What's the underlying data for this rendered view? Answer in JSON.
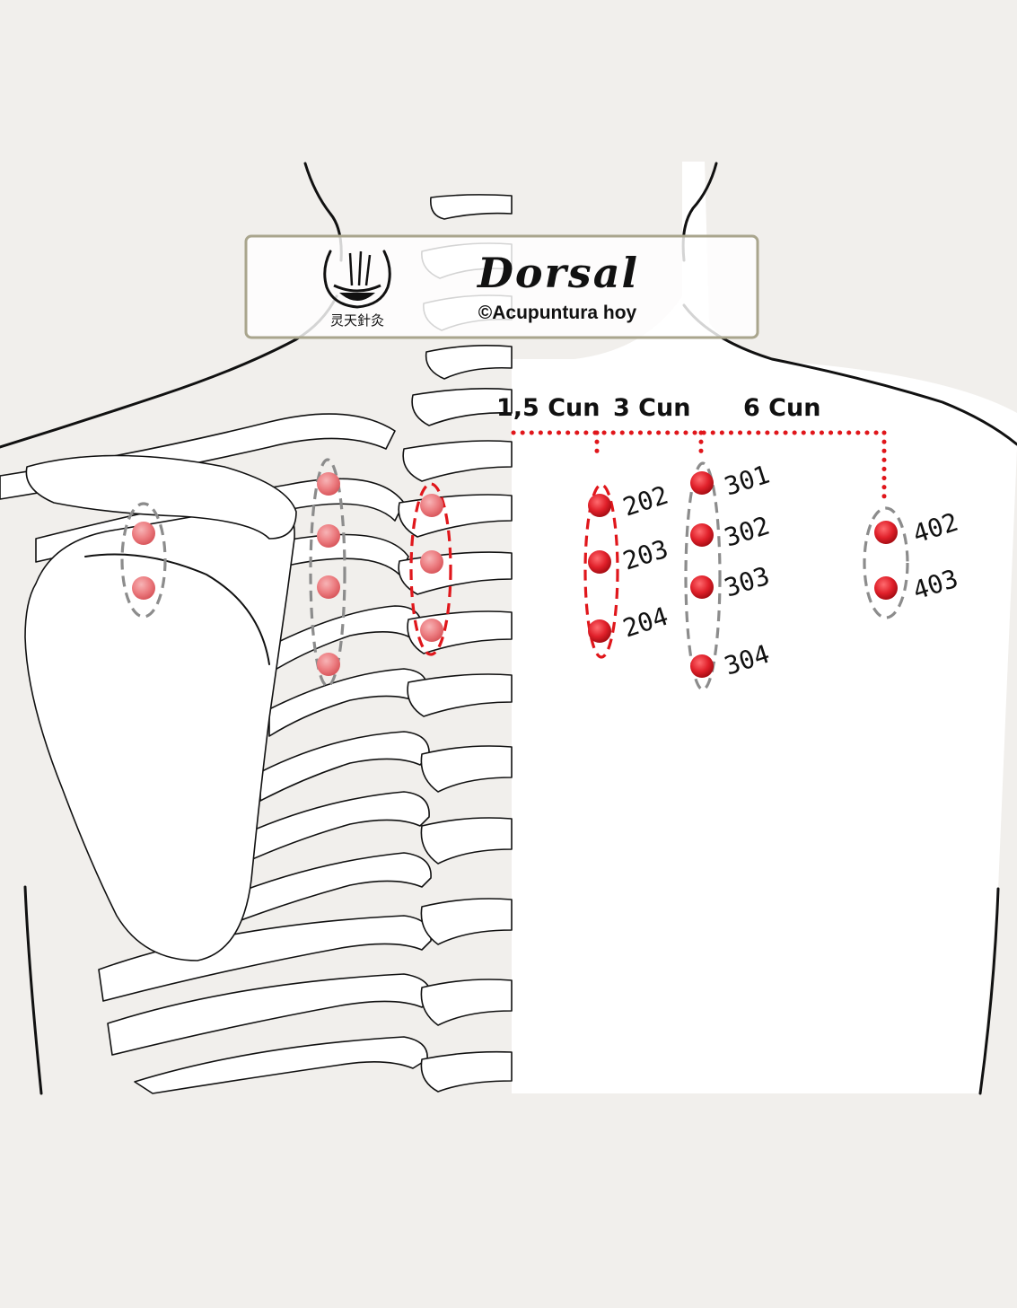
{
  "title_box": {
    "title": "Dorsal",
    "copyright": "©Acupuntura hoy",
    "brand_chars": "灵天針灸"
  },
  "distance_labels": [
    {
      "id": "cun-1-5",
      "text": "1,5 Cun"
    },
    {
      "id": "cun-3",
      "text": "3 Cun"
    },
    {
      "id": "cun-6",
      "text": "6 Cun"
    }
  ],
  "point_groups": [
    {
      "id": "group-200",
      "labels": [
        "202",
        "203",
        "204"
      ],
      "highlight": "#e0161b"
    },
    {
      "id": "group-300",
      "labels": [
        "301",
        "302",
        "303",
        "304"
      ],
      "highlight": "#8c8c8c"
    },
    {
      "id": "group-400",
      "labels": [
        "402",
        "403"
      ],
      "highlight": "#8c8c8c"
    }
  ],
  "colors": {
    "point": "#e8333a",
    "point_faded": "#ef8f92",
    "dotted_guide": "#e0161b",
    "ellipse_red": "#e0161b",
    "ellipse_gray": "#8c8c8c",
    "background": "#f1efec"
  }
}
